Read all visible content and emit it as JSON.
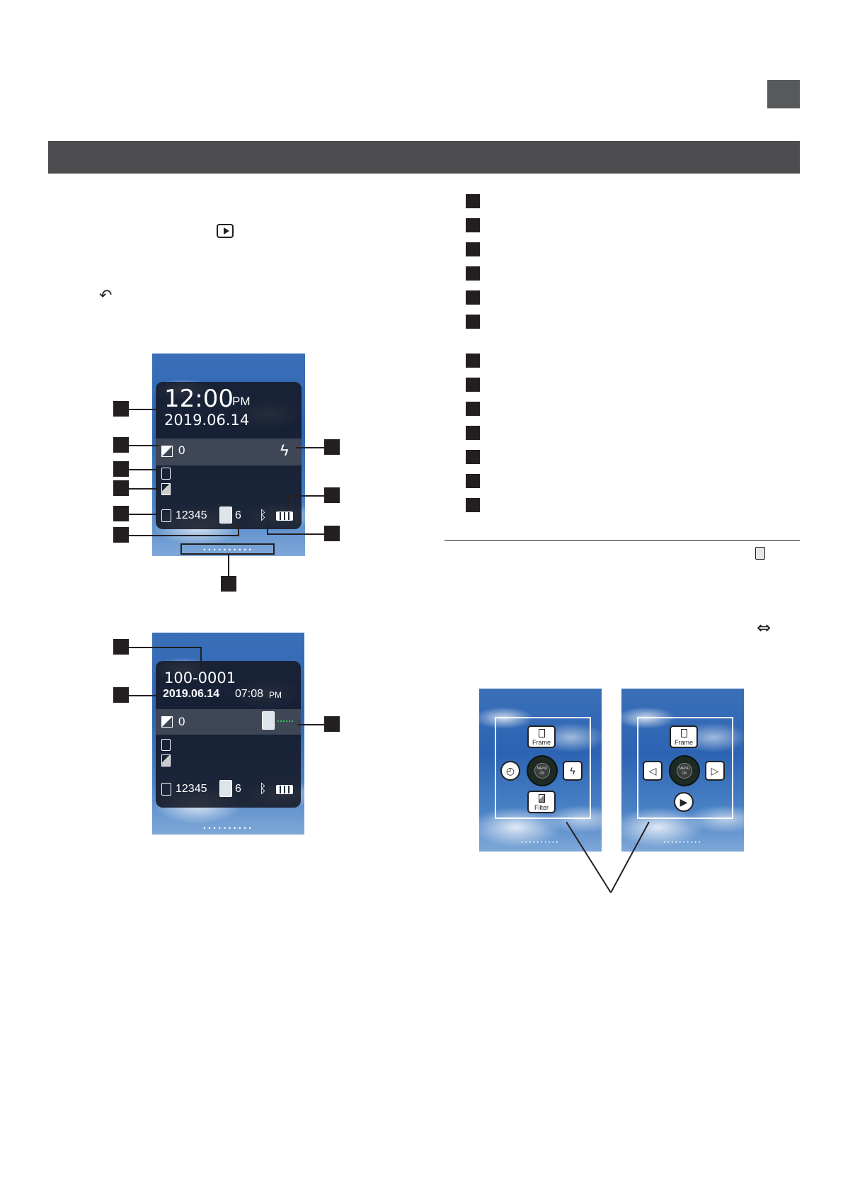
{
  "header": {
    "title": ""
  },
  "left_icons": {
    "playback": "playback-icon",
    "back": "back-icon"
  },
  "shooting_screen": {
    "time": "12:00",
    "ampm": "PM",
    "date": "2019.06.14",
    "exposure": "0",
    "frames_remaining": "12345",
    "voice_count": "6",
    "page_dots": "••••••••••"
  },
  "playback_screen": {
    "file_number": "100-0001",
    "date": "2019.06.14",
    "time": "07:08",
    "ampm": "PM",
    "exposure": "0",
    "frames_remaining": "12345",
    "voice_count": "6",
    "page_dots": "••••••••••"
  },
  "guide_left": {
    "top_label": "Frame",
    "bottom_label": "Filter",
    "center_top": "MENU",
    "center_bottom": "OK",
    "page_dots": "••••••••••"
  },
  "guide_right": {
    "top_label": "Frame",
    "center_top": "MENU",
    "center_bottom": "OK",
    "page_dots": "••••••••••"
  },
  "right_icons": {
    "remote": "remote-icon",
    "swap": "swap-arrows-icon"
  },
  "legend_count": 13
}
